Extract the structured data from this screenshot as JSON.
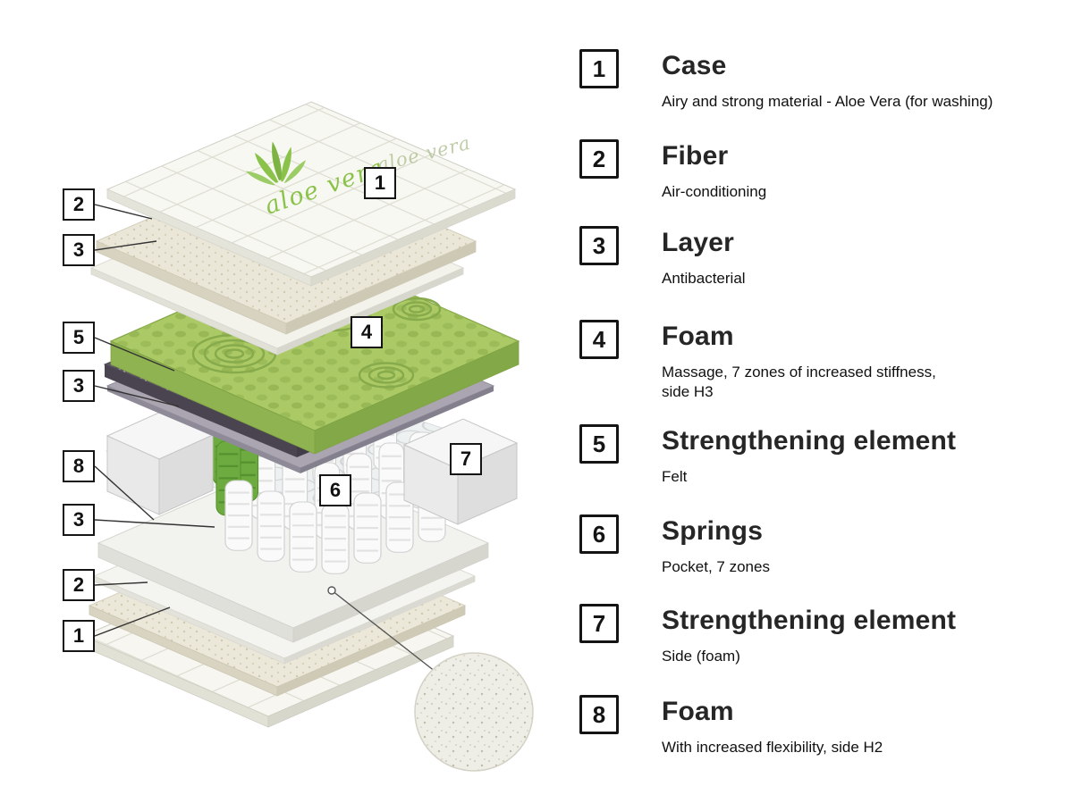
{
  "page": {
    "background": "#ffffff"
  },
  "diagram": {
    "brand": {
      "name": "aloe vera"
    },
    "callouts": [
      {
        "number": "2"
      },
      {
        "number": "3"
      },
      {
        "number": "1"
      },
      {
        "number": "5"
      },
      {
        "number": "3"
      },
      {
        "number": "4"
      },
      {
        "number": "8"
      },
      {
        "number": "3"
      },
      {
        "number": "7"
      },
      {
        "number": "6"
      },
      {
        "number": "2"
      },
      {
        "number": "1"
      }
    ]
  },
  "legend": {
    "items": [
      {
        "number": "1",
        "title": "Case",
        "description": "Airy and strong material - Aloe Vera (for washing)"
      },
      {
        "number": "2",
        "title": "Fiber",
        "description": "Air-conditioning"
      },
      {
        "number": "3",
        "title": "Layer",
        "description": "Antibacterial"
      },
      {
        "number": "4",
        "title": "Foam",
        "description": "Massage, 7 zones of increased stiffness,\n side H3"
      },
      {
        "number": "5",
        "title": "Strengthening element",
        "description": "Felt"
      },
      {
        "number": "6",
        "title": "Springs",
        "description": "Pocket, 7 zones"
      },
      {
        "number": "7",
        "title": "Strengthening element",
        "description": "Side (foam)"
      },
      {
        "number": "8",
        "title": "Foam",
        "description": "With increased flexibility, side H2"
      }
    ]
  },
  "colors": {
    "accent_green": "#8bc34a",
    "foam_green": "#abca66",
    "felt_dark": "#5c5662",
    "callout_border": "#151515"
  }
}
